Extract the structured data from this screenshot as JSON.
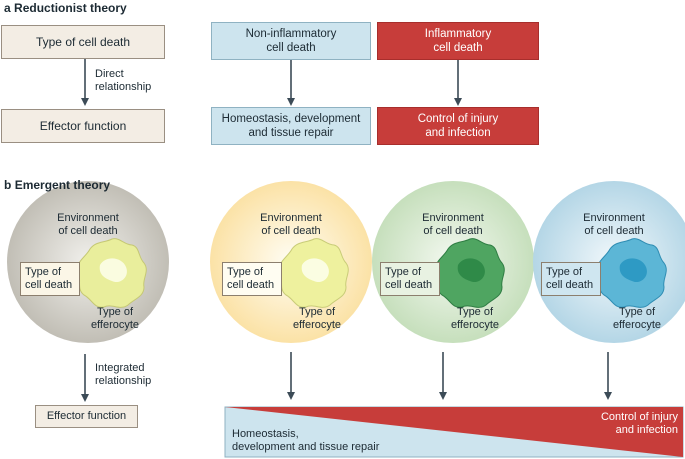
{
  "section_a": {
    "letter": "a",
    "title": "Reductionist theory",
    "type_of_cell_death": "Type of cell death",
    "relationship_line1": "Direct",
    "relationship_line2": "relationship",
    "effector_function": "Effector function",
    "non_inflammatory_line1": "Non-inflammatory",
    "non_inflammatory_line2": "cell death",
    "inflammatory_line1": "Inflammatory",
    "inflammatory_line2": "cell death",
    "homeostasis_line1": "Homeostasis, development",
    "homeostasis_line2": "and tissue repair",
    "control_line1": "Control of injury",
    "control_line2": "and infection"
  },
  "section_b": {
    "letter": "b",
    "title": "Emergent theory",
    "circles": [
      {
        "env_line1": "Environment",
        "env_line2": "of cell death",
        "tod_line1": "Type of",
        "tod_line2": "cell death",
        "eff_line1": "Type of",
        "eff_line2": "efferocyte",
        "circle_color": "#c9c6bd",
        "cell_color": "#e9ee9c"
      },
      {
        "env_line1": "Environment",
        "env_line2": "of cell death",
        "tod_line1": "Type of",
        "tod_line2": "cell death",
        "eff_line1": "Type of",
        "eff_line2": "efferocyte",
        "circle_color": "#fbe7b6",
        "cell_color": "#eef19e"
      },
      {
        "env_line1": "Environment",
        "env_line2": "of cell death",
        "tod_line1": "Type of",
        "tod_line2": "cell death",
        "eff_line1": "Type of",
        "eff_line2": "efferocyte",
        "circle_color": "#cfe3c5",
        "cell_color": "#4fa561"
      },
      {
        "env_line1": "Environment",
        "env_line2": "of cell death",
        "tod_line1": "Type of",
        "tod_line2": "cell death",
        "eff_line1": "Type of",
        "eff_line2": "efferocyte",
        "circle_color": "#bfdcea",
        "cell_color": "#5cb6d6"
      }
    ],
    "relationship_line1": "Integrated",
    "relationship_line2": "relationship",
    "effector_function": "Effector function",
    "gradient_homeostasis_line1": "Homeostasis,",
    "gradient_homeostasis_line2": "development and tissue repair",
    "gradient_control_line1": "Control of injury",
    "gradient_control_line2": "and infection"
  },
  "colors": {
    "beige": "#f3ede4",
    "light_blue": "#cde4ee",
    "red": "#c73d3a",
    "arrow": "#3c4b57"
  }
}
